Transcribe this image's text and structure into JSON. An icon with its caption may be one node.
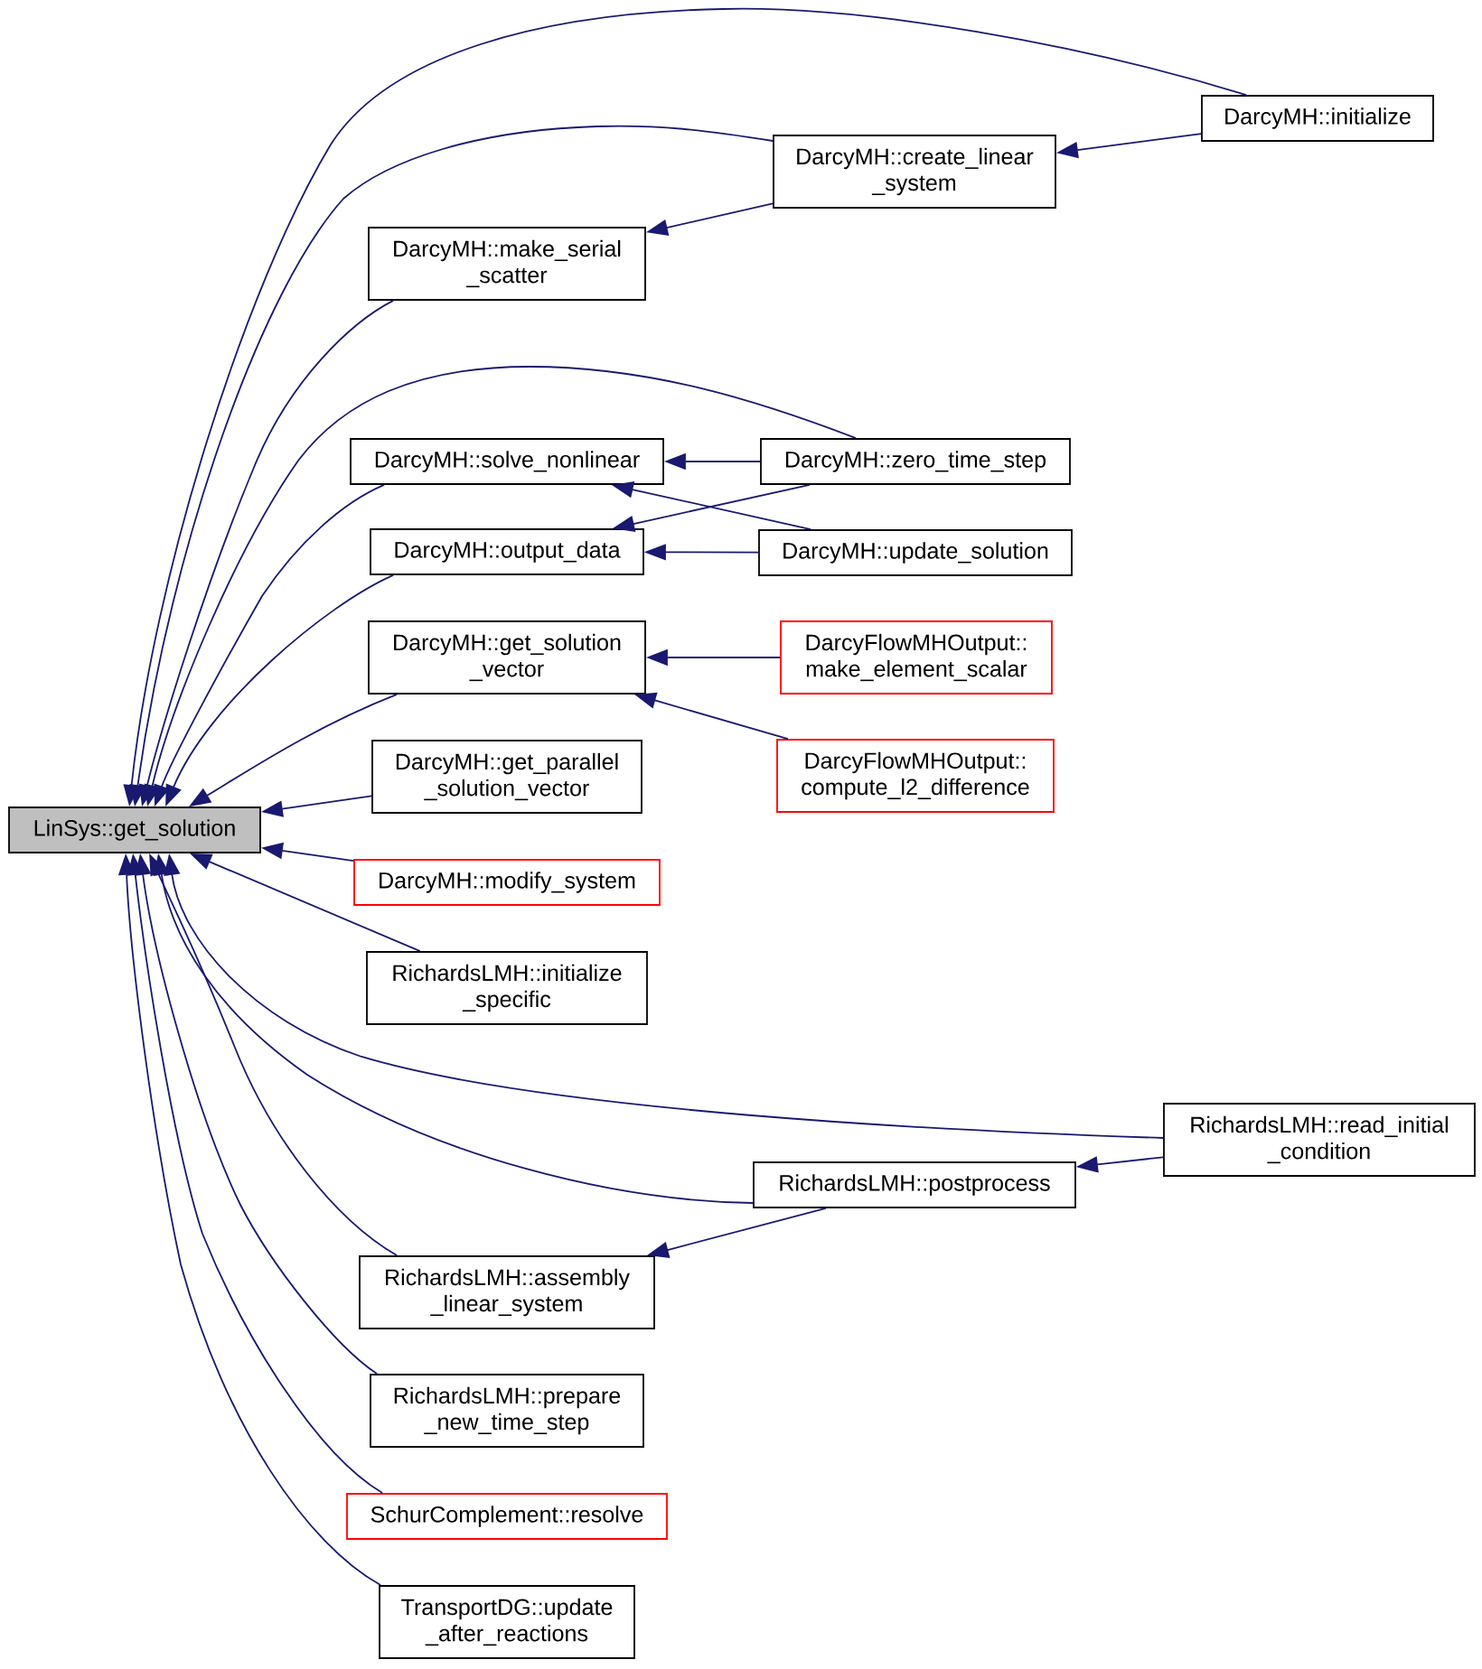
{
  "diagram": {
    "nodes": [
      {
        "text": [
          "LinSys::get_solution"
        ]
      },
      {
        "text": [
          "DarcyMH::initialize"
        ]
      },
      {
        "text": [
          "DarcyMH::create_linear _system"
        ]
      },
      {
        "text": [
          "DarcyMH::make_serial _scatter"
        ]
      },
      {
        "text": [
          "DarcyMH::solve_nonlinear"
        ]
      },
      {
        "text": [
          "DarcyMH::zero_time_step"
        ]
      },
      {
        "text": [
          "DarcyMH::output_data"
        ]
      },
      {
        "text": [
          "DarcyMH::update_solution"
        ]
      },
      {
        "text": [
          "DarcyMH::get_solution _vector"
        ]
      },
      {
        "text": [
          "DarcyFlowMHOutput:: make_element_scalar"
        ]
      },
      {
        "text": [
          "DarcyFlowMHOutput:: compute_l2_difference"
        ]
      },
      {
        "text": [
          "DarcyMH::get_parallel _solution_vector"
        ]
      },
      {
        "text": [
          "DarcyMH::modify_system"
        ]
      },
      {
        "text": [
          "RichardsLMH::initialize _specific"
        ]
      },
      {
        "text": [
          "RichardsLMH::read_initial _condition"
        ]
      },
      {
        "text": [
          "RichardsLMH::postprocess"
        ]
      },
      {
        "text": [
          "RichardsLMH::assembly _linear_system"
        ]
      },
      {
        "text": [
          "RichardsLMH::prepare _new_time_step"
        ]
      },
      {
        "text": [
          "SchurComplement::resolve"
        ]
      },
      {
        "text": [
          "TransportDG::update _after_reactions"
        ]
      }
    ],
    "edges": [
      {
        "from": 1,
        "to": 0,
        "arrow": "to"
      },
      {
        "from": 1,
        "to": 2,
        "arrow": "to"
      },
      {
        "from": 2,
        "to": 0,
        "arrow": "to"
      },
      {
        "from": 2,
        "to": 3,
        "arrow": "to"
      },
      {
        "from": 3,
        "to": 0,
        "arrow": "to"
      },
      {
        "from": 5,
        "to": 0,
        "arrow": "to"
      },
      {
        "from": 5,
        "to": 4,
        "arrow": "to"
      },
      {
        "from": 5,
        "to": 6,
        "arrow": "to"
      },
      {
        "from": 7,
        "to": 4,
        "arrow": "to"
      },
      {
        "from": 7,
        "to": 6,
        "arrow": "to"
      },
      {
        "from": 4,
        "to": 0,
        "arrow": "to"
      },
      {
        "from": 6,
        "to": 0,
        "arrow": "to"
      },
      {
        "from": 9,
        "to": 8,
        "arrow": "to"
      },
      {
        "from": 10,
        "to": 8,
        "arrow": "to"
      },
      {
        "from": 8,
        "to": 0,
        "arrow": "to"
      },
      {
        "from": 11,
        "to": 0,
        "arrow": "to"
      },
      {
        "from": 12,
        "to": 0,
        "arrow": "to"
      },
      {
        "from": 13,
        "to": 0,
        "arrow": "to"
      },
      {
        "from": 14,
        "to": 0,
        "arrow": "to"
      },
      {
        "from": 14,
        "to": 15,
        "arrow": "to"
      },
      {
        "from": 15,
        "to": 0,
        "arrow": "to"
      },
      {
        "from": 15,
        "to": 16,
        "arrow": "to"
      },
      {
        "from": 16,
        "to": 0,
        "arrow": "to"
      },
      {
        "from": 17,
        "to": 0,
        "arrow": "to"
      },
      {
        "from": 18,
        "to": 0,
        "arrow": "to"
      },
      {
        "from": 19,
        "to": 0,
        "arrow": "to"
      }
    ]
  }
}
